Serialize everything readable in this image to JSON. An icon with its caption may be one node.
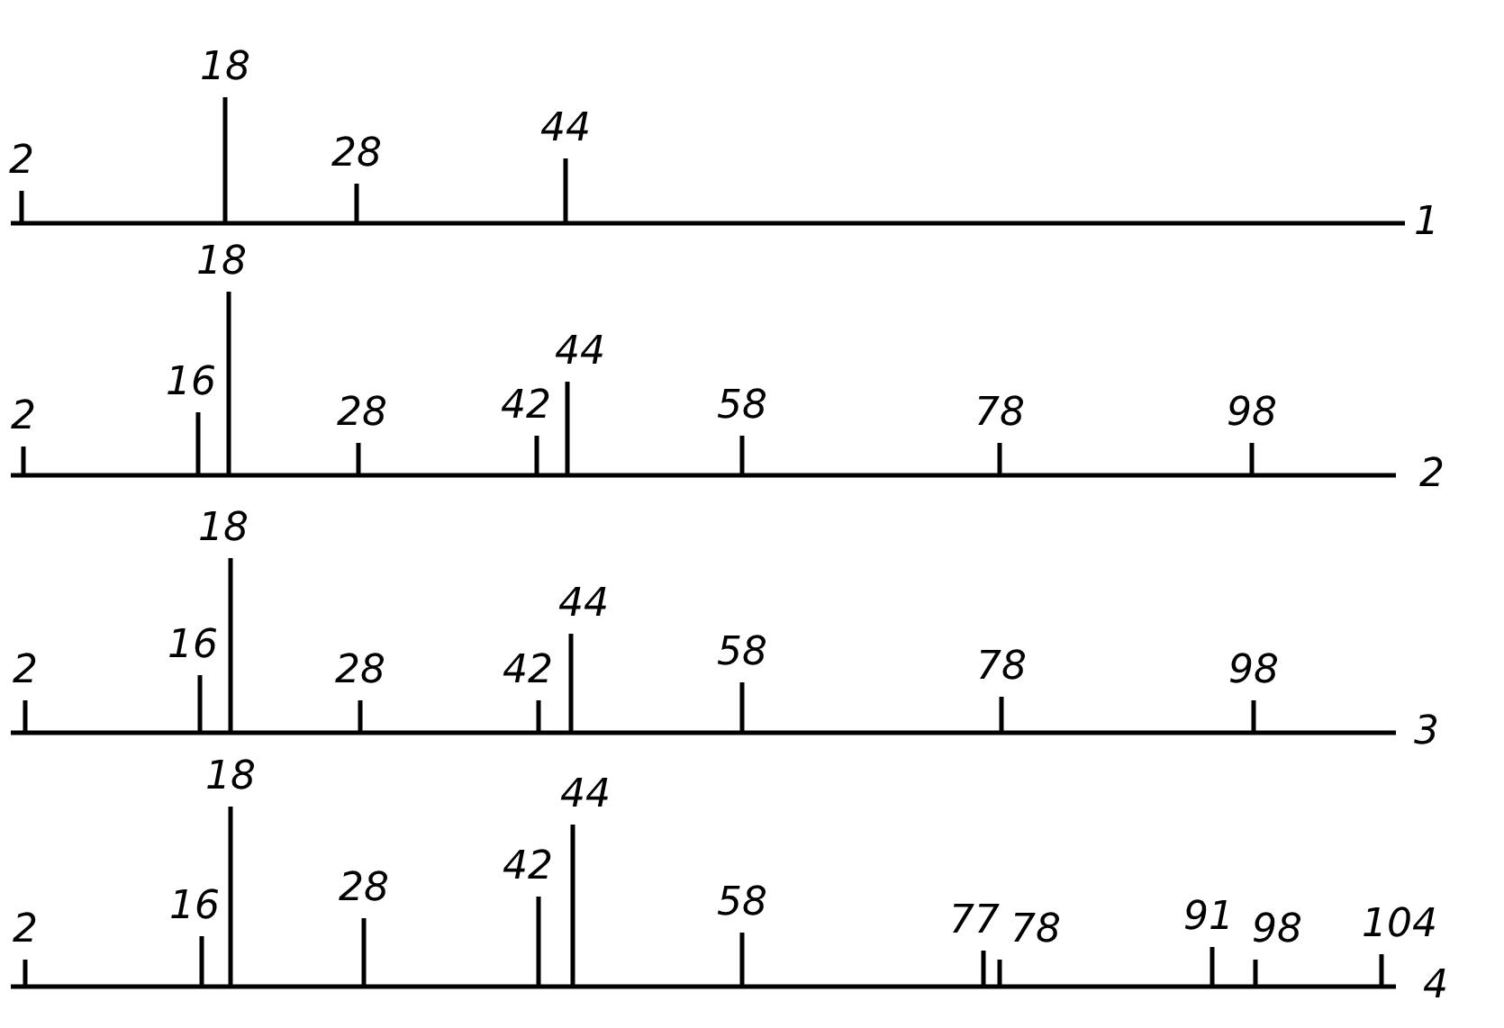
{
  "diagram": {
    "labels": [
      "2",
      "18",
      "28",
      "44",
      "1",
      "2",
      "16",
      "18",
      "28",
      "42",
      "44",
      "58",
      "78",
      "98",
      "2",
      "2",
      "16",
      "18",
      "28",
      "42",
      "44",
      "58",
      "78",
      "98",
      "3",
      "2",
      "16",
      "18",
      "28",
      "42",
      "44",
      "58",
      "77",
      "78",
      "91",
      "98",
      "104",
      "4"
    ]
  }
}
